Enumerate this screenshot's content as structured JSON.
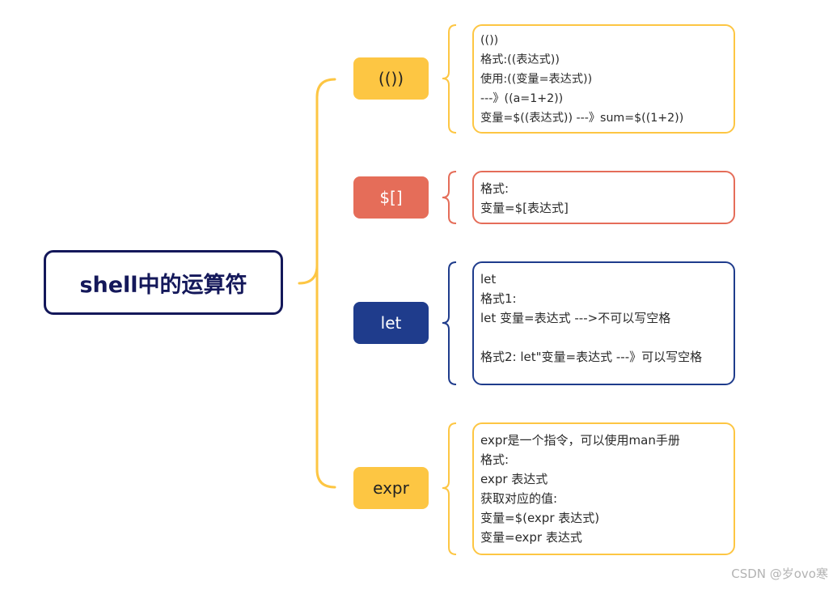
{
  "root": {
    "label": "shell中的运算符",
    "color": "#14185a"
  },
  "branches": [
    {
      "label": "(())",
      "bg": "#fdc643",
      "fg": "#222222",
      "border": "#fdc643",
      "lines": [
        "(())",
        "格式:((表达式))",
        "使用:((变量=表达式))",
        "---》((a=1+2))",
        "变量=$((表达式)) ---》sum=$((1+2))"
      ]
    },
    {
      "label": "$[]",
      "bg": "#e56d59",
      "fg": "#ffffff",
      "border": "#e56d59",
      "lines": [
        "格式:",
        "变量=$[表达式]"
      ]
    },
    {
      "label": "let",
      "bg": "#1f3c8c",
      "fg": "#ffffff",
      "border": "#1f3c8c",
      "lines": [
        "let",
        "格式1:",
        "let 变量=表达式 --->不可以写空格",
        "",
        "格式2: let\"变量=表达式 ---》可以写空格"
      ]
    },
    {
      "label": "expr",
      "bg": "#fdc643",
      "fg": "#222222",
      "border": "#fdc643",
      "lines": [
        "expr是一个指令，可以使用man手册",
        "格式:",
        "expr 表达式",
        "获取对应的值:",
        "变量=$(expr 表达式)",
        "变量=expr 表达式"
      ]
    }
  ],
  "watermark": "CSDN @岁ovo寒",
  "main_connector_color": "#fdc643"
}
